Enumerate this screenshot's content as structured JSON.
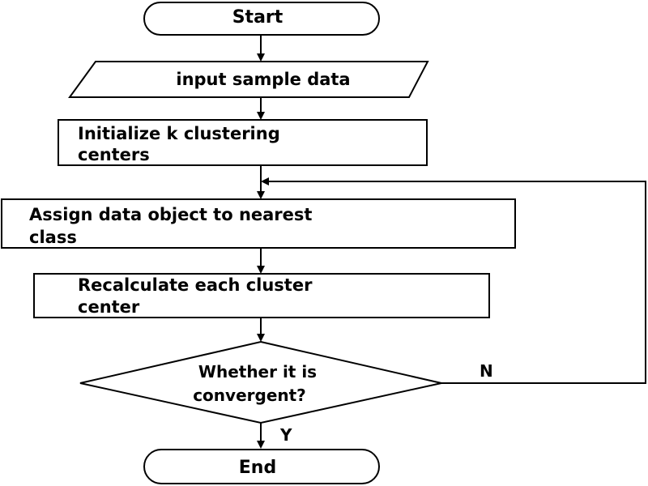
{
  "flowchart": {
    "start": "Start",
    "input": "input sample data",
    "init": {
      "line1": "Initialize k clustering",
      "line2": "centers"
    },
    "assign": {
      "line1": "Assign data object to nearest",
      "line2": "class"
    },
    "recalc": {
      "line1": "Recalculate each cluster",
      "line2": "center"
    },
    "decision": {
      "line1": "Whether it is",
      "line2": "convergent?"
    },
    "no_label": "N",
    "yes_label": "Y",
    "end": "End"
  }
}
